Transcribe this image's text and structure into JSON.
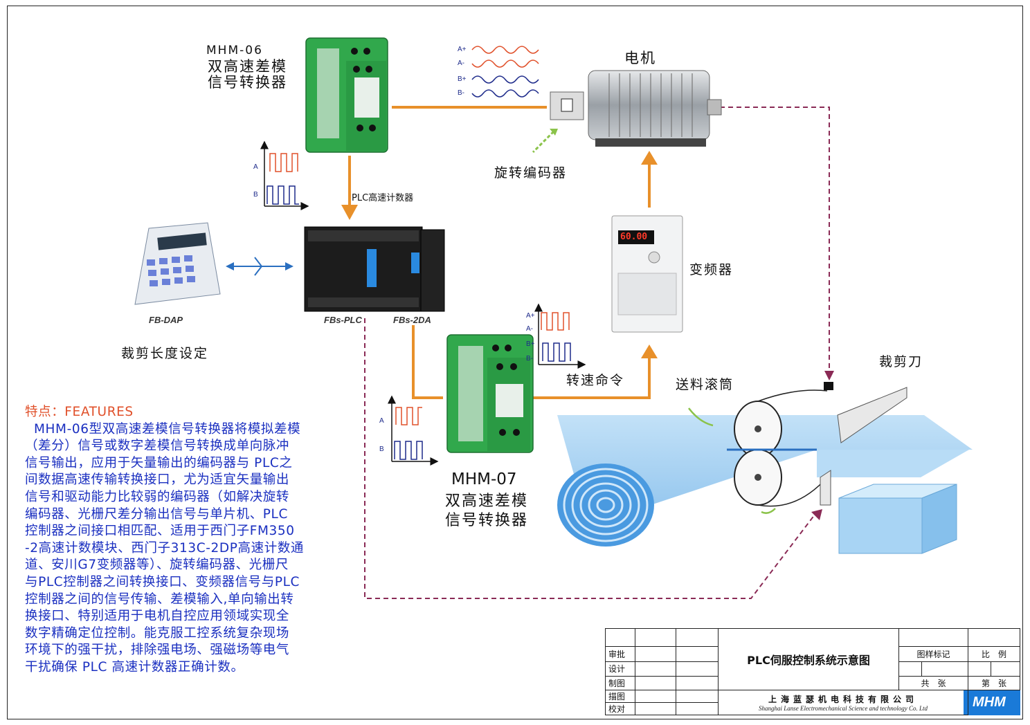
{
  "labels": {
    "mhm06_model": "MHM-06",
    "mhm06_line1": "双高速差模",
    "mhm06_line2": "信号转换器",
    "motor": "电机",
    "encoder": "旋转编码器",
    "plc_counter": "PLC高速计数器",
    "fb_dap": "FB-DAP",
    "fbs_plc": "FBs-PLC",
    "fbs_2da": "FBs-2DA",
    "length_setting": "裁剪长度设定",
    "inverter": "变频器",
    "speed_cmd": "转速命令",
    "feed_roller": "送料滚筒",
    "cutter": "裁剪刀",
    "mhm07_model": "MHM-07",
    "mhm07_line1": "双高速差模",
    "mhm07_line2": "信号转换器",
    "inverter_display": "60.00"
  },
  "signals": {
    "a_plus": "A+",
    "a_minus": "A-",
    "b_plus": "B+",
    "b_minus": "B-",
    "a": "A",
    "b": "B"
  },
  "features": {
    "heading": "特点：FEATURES",
    "lines": [
      "  MHM-06型双高速差模信号转换器将模拟差模",
      "（差分）信号或数字差模信号转换成单向脉冲",
      "信号输出，应用于矢量输出的编码器与 PLC之",
      "间数据高速传输转换接口，尤为适宜矢量输出",
      "信号和驱动能力比较弱的编码器（如解决旋转",
      "编码器、光栅尺差分输出信号与单片机、PLC",
      "控制器之间接口相匹配、适用于西门子FM350",
      "-2高速计数模块、西门子313C-2DP高速计数通",
      "道、安川G7变频器等）、旋转编码器、光栅尺",
      "与PLC控制器之间转换接口、变频器信号与PLC",
      "控制器之间的信号传输、差模输入,单向输出转",
      "换接口、特别适用于电机自控应用领域实现全",
      "数字精确定位控制。能克服工控系统复杂现场",
      "环境下的强干扰，排除强电场、强磁场等电气",
      "干扰确保 PLC 高速计数器正确计数。"
    ]
  },
  "title_block": {
    "review": "审批",
    "design": "设计",
    "draft": "制图",
    "trace": "描图",
    "check": "校对",
    "title": "PLC伺服控制系统示意图",
    "sample_mark": "图样标记",
    "ratio": "比　例",
    "total": "共　张",
    "page": "第　张",
    "company": "上海蓝瑟机电科技有限公司",
    "company_en": "Shanghai Lanse Electromechanical Science and technology Co. Ltd",
    "logo": "MHM"
  },
  "colors": {
    "pipe": "#e8902a",
    "dashed": "#8a2a55",
    "arrow_blue": "#2a6fc0",
    "feature_text": "#1a2fc0",
    "feature_head": "#e0502a",
    "device_green": "#2fa84a"
  }
}
